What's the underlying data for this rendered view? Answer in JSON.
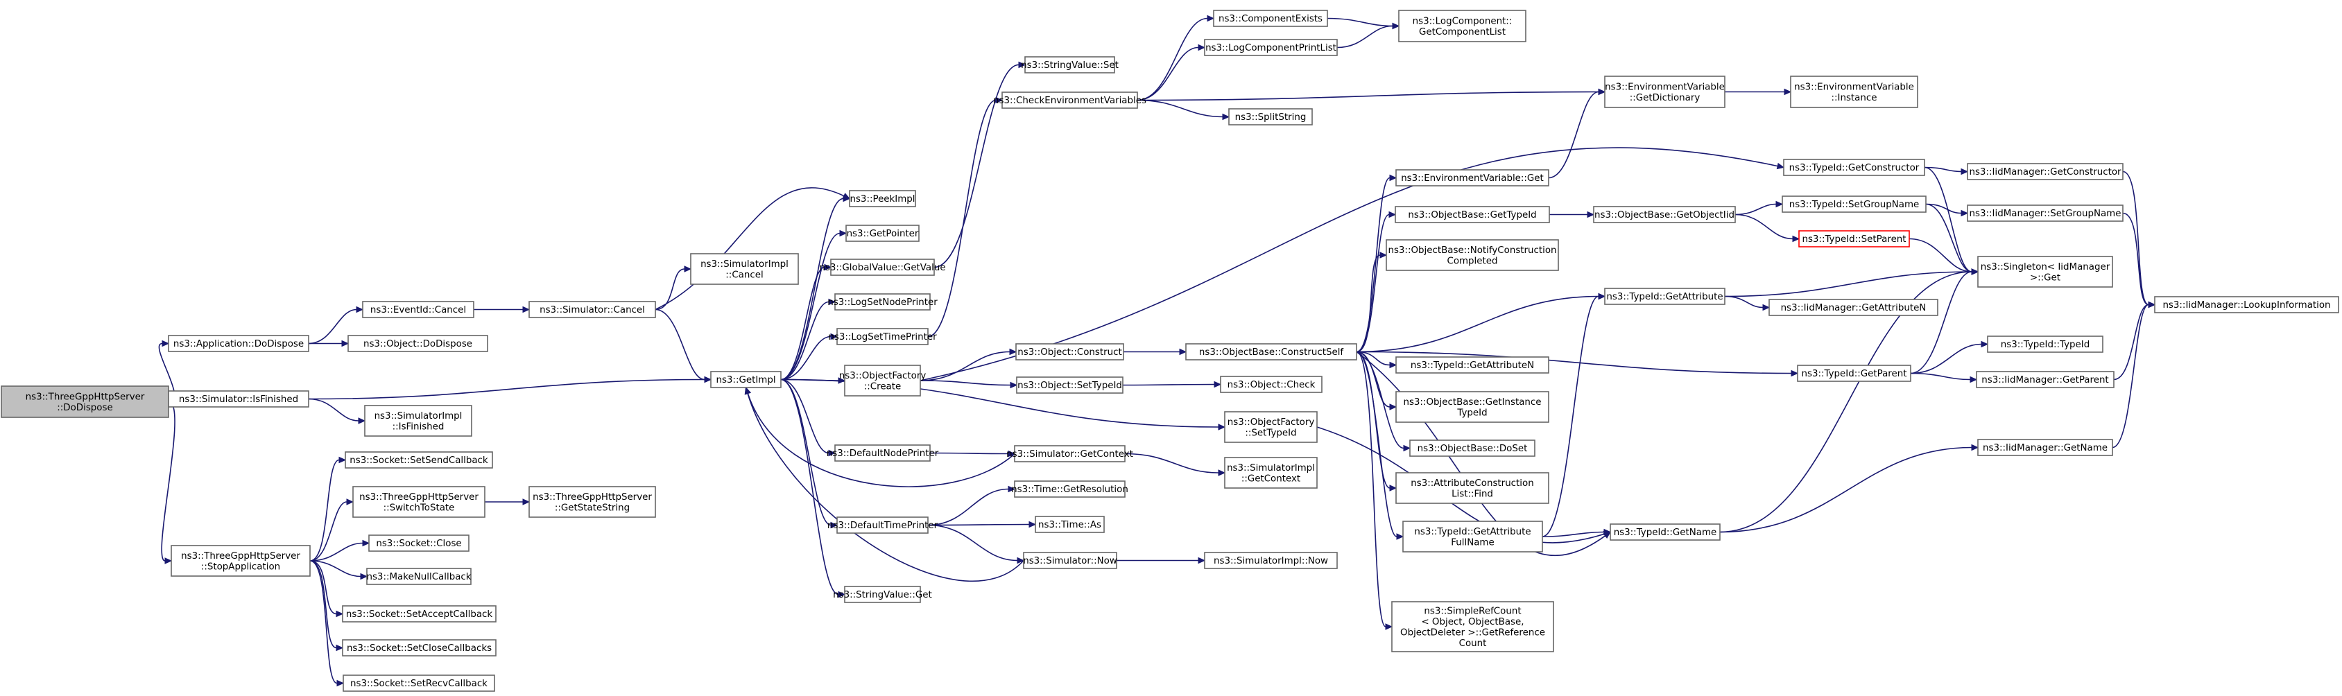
{
  "colors": {
    "edge": "#191970",
    "node_border": "#666666",
    "node_fill": "#ffffff",
    "root_fill": "#bfbfbf",
    "truncated_border": "#ff0000",
    "text": "#000000"
  },
  "nodes": [
    {
      "id": "root",
      "lines": [
        "ns3::ThreeGppHttpServer",
        "::DoDispose"
      ],
      "kind": "root"
    },
    {
      "id": "appDoDispose",
      "lines": [
        "ns3::Application::DoDispose"
      ]
    },
    {
      "id": "simIsFinished",
      "lines": [
        "ns3::Simulator::IsFinished"
      ]
    },
    {
      "id": "stopApp",
      "lines": [
        "ns3::ThreeGppHttpServer",
        "::StopApplication"
      ]
    },
    {
      "id": "eventCancel",
      "lines": [
        "ns3::EventId::Cancel"
      ]
    },
    {
      "id": "objDoDispose",
      "lines": [
        "ns3::Object::DoDispose"
      ]
    },
    {
      "id": "simCancel",
      "lines": [
        "ns3::Simulator::Cancel"
      ]
    },
    {
      "id": "simImplCancel",
      "lines": [
        "ns3::SimulatorImpl",
        "::Cancel"
      ]
    },
    {
      "id": "simImplIsFinished",
      "lines": [
        "ns3::SimulatorImpl",
        "::IsFinished"
      ]
    },
    {
      "id": "getImpl",
      "lines": [
        "ns3::GetImpl"
      ]
    },
    {
      "id": "peekImpl",
      "lines": [
        "ns3::PeekImpl"
      ]
    },
    {
      "id": "getPointer",
      "lines": [
        "ns3::GetPointer"
      ]
    },
    {
      "id": "gvGetValue",
      "lines": [
        "ns3::GlobalValue::GetValue"
      ]
    },
    {
      "id": "logSetNode",
      "lines": [
        "ns3::LogSetNodePrinter"
      ]
    },
    {
      "id": "logSetTime",
      "lines": [
        "ns3::LogSetTimePrinter"
      ]
    },
    {
      "id": "ofCreate",
      "lines": [
        "ns3::ObjectFactory",
        "::Create"
      ]
    },
    {
      "id": "defNodePrinter",
      "lines": [
        "ns3::DefaultNodePrinter"
      ]
    },
    {
      "id": "defTimePrinter",
      "lines": [
        "ns3::DefaultTimePrinter"
      ]
    },
    {
      "id": "svGet",
      "lines": [
        "ns3::StringValue::Get"
      ]
    },
    {
      "id": "svSet",
      "lines": [
        "ns3::StringValue::Set"
      ]
    },
    {
      "id": "checkEnv",
      "lines": [
        "ns3::CheckEnvironmentVariables"
      ]
    },
    {
      "id": "compExists",
      "lines": [
        "ns3::ComponentExists"
      ]
    },
    {
      "id": "logCompPrint",
      "lines": [
        "ns3::LogComponentPrintList"
      ]
    },
    {
      "id": "getCompList",
      "lines": [
        "ns3::LogComponent::",
        "GetComponentList"
      ]
    },
    {
      "id": "splitString",
      "lines": [
        "ns3::SplitString"
      ]
    },
    {
      "id": "envGetDict",
      "lines": [
        "ns3::EnvironmentVariable",
        "::GetDictionary"
      ]
    },
    {
      "id": "envInstance",
      "lines": [
        "ns3::EnvironmentVariable",
        "::Instance"
      ]
    },
    {
      "id": "objConstruct",
      "lines": [
        "ns3::Object::Construct"
      ]
    },
    {
      "id": "objSetTypeId",
      "lines": [
        "ns3::Object::SetTypeId"
      ]
    },
    {
      "id": "ofSetTypeId",
      "lines": [
        "ns3::ObjectFactory",
        "::SetTypeId"
      ]
    },
    {
      "id": "simGetContext",
      "lines": [
        "ns3::Simulator::GetContext"
      ]
    },
    {
      "id": "simImplGetContext",
      "lines": [
        "ns3::SimulatorImpl",
        "::GetContext"
      ]
    },
    {
      "id": "timeGetRes",
      "lines": [
        "ns3::Time::GetResolution"
      ]
    },
    {
      "id": "timeAs",
      "lines": [
        "ns3::Time::As"
      ]
    },
    {
      "id": "simNow",
      "lines": [
        "ns3::Simulator::Now"
      ]
    },
    {
      "id": "simImplNow",
      "lines": [
        "ns3::SimulatorImpl::Now"
      ]
    },
    {
      "id": "objCheck",
      "lines": [
        "ns3::Object::Check"
      ]
    },
    {
      "id": "obConstructSelf",
      "lines": [
        "ns3::ObjectBase::ConstructSelf"
      ]
    },
    {
      "id": "envGet",
      "lines": [
        "ns3::EnvironmentVariable::Get"
      ]
    },
    {
      "id": "obGetTypeId",
      "lines": [
        "ns3::ObjectBase::GetTypeId"
      ]
    },
    {
      "id": "obNotify",
      "lines": [
        "ns3::ObjectBase::NotifyConstruction",
        "Completed"
      ]
    },
    {
      "id": "tidGetAttrN",
      "lines": [
        "ns3::TypeId::GetAttributeN"
      ]
    },
    {
      "id": "obGetInstTid",
      "lines": [
        "ns3::ObjectBase::GetInstance",
        "TypeId"
      ]
    },
    {
      "id": "obDoSet",
      "lines": [
        "ns3::ObjectBase::DoSet"
      ]
    },
    {
      "id": "acListFind",
      "lines": [
        "ns3::AttributeConstruction",
        "List::Find"
      ]
    },
    {
      "id": "tidGetAttrFull",
      "lines": [
        "ns3::TypeId::GetAttribute",
        "FullName"
      ]
    },
    {
      "id": "srcGetRef",
      "lines": [
        "ns3::SimpleRefCount",
        "< Object, ObjectBase,",
        "ObjectDeleter >::GetReference",
        "Count"
      ]
    },
    {
      "id": "obGetObjectTid",
      "lines": [
        "ns3::ObjectBase::GetObjectIid"
      ]
    },
    {
      "id": "tidGetAttr",
      "lines": [
        "ns3::TypeId::GetAttribute"
      ]
    },
    {
      "id": "tidGetName",
      "lines": [
        "ns3::TypeId::GetName"
      ]
    },
    {
      "id": "tidGetCtor",
      "lines": [
        "ns3::TypeId::GetConstructor"
      ]
    },
    {
      "id": "tidSetGroup",
      "lines": [
        "ns3::TypeId::SetGroupName"
      ]
    },
    {
      "id": "tidSetParent",
      "lines": [
        "ns3::TypeId::SetParent"
      ],
      "kind": "truncated"
    },
    {
      "id": "tidGetParent",
      "lines": [
        "ns3::TypeId::GetParent"
      ]
    },
    {
      "id": "iidGetCtor",
      "lines": [
        "ns3::IidManager::GetConstructor"
      ]
    },
    {
      "id": "iidSetGroup",
      "lines": [
        "ns3::IidManager::SetGroupName"
      ]
    },
    {
      "id": "singletonGet",
      "lines": [
        "ns3::Singleton< IidManager",
        ">::Get"
      ]
    },
    {
      "id": "iidGetAttrN",
      "lines": [
        "ns3::IidManager::GetAttributeN"
      ]
    },
    {
      "id": "tidTypeId",
      "lines": [
        "ns3::TypeId::TypeId"
      ]
    },
    {
      "id": "iidGetParent",
      "lines": [
        "ns3::IidManager::GetParent"
      ]
    },
    {
      "id": "iidGetName",
      "lines": [
        "ns3::IidManager::GetName"
      ]
    },
    {
      "id": "iidLookup",
      "lines": [
        "ns3::IidManager::LookupInformation"
      ]
    },
    {
      "id": "sockSetSend",
      "lines": [
        "ns3::Socket::SetSendCallback"
      ]
    },
    {
      "id": "switchToState",
      "lines": [
        "ns3::ThreeGppHttpServer",
        "::SwitchToState"
      ]
    },
    {
      "id": "getStateString",
      "lines": [
        "ns3::ThreeGppHttpServer",
        "::GetStateString"
      ]
    },
    {
      "id": "sockClose",
      "lines": [
        "ns3::Socket::Close"
      ]
    },
    {
      "id": "makeNull",
      "lines": [
        "ns3::MakeNullCallback"
      ]
    },
    {
      "id": "sockSetAccept",
      "lines": [
        "ns3::Socket::SetAcceptCallback"
      ]
    },
    {
      "id": "sockSetClose",
      "lines": [
        "ns3::Socket::SetCloseCallbacks"
      ]
    },
    {
      "id": "sockSetRecv",
      "lines": [
        "ns3::Socket::SetRecvCallback"
      ]
    }
  ]
}
